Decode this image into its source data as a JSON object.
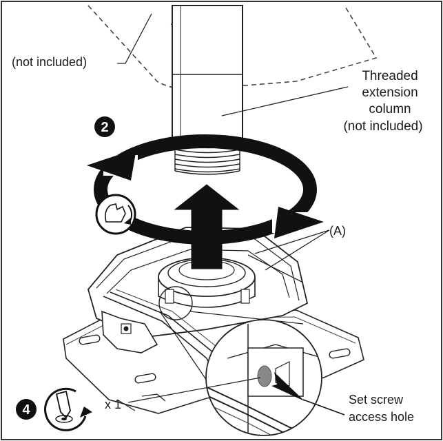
{
  "labels": {
    "not_included_top": "(not included)",
    "column_line1": "Threaded",
    "column_line2": "extension",
    "column_line3": "column",
    "column_line4": "(not included)",
    "part_a": "(A)",
    "set_screw_line1": "Set screw",
    "set_screw_line2": "access hole",
    "quantity": "x 1"
  },
  "steps": {
    "step_2": "2",
    "step_4": "4"
  }
}
